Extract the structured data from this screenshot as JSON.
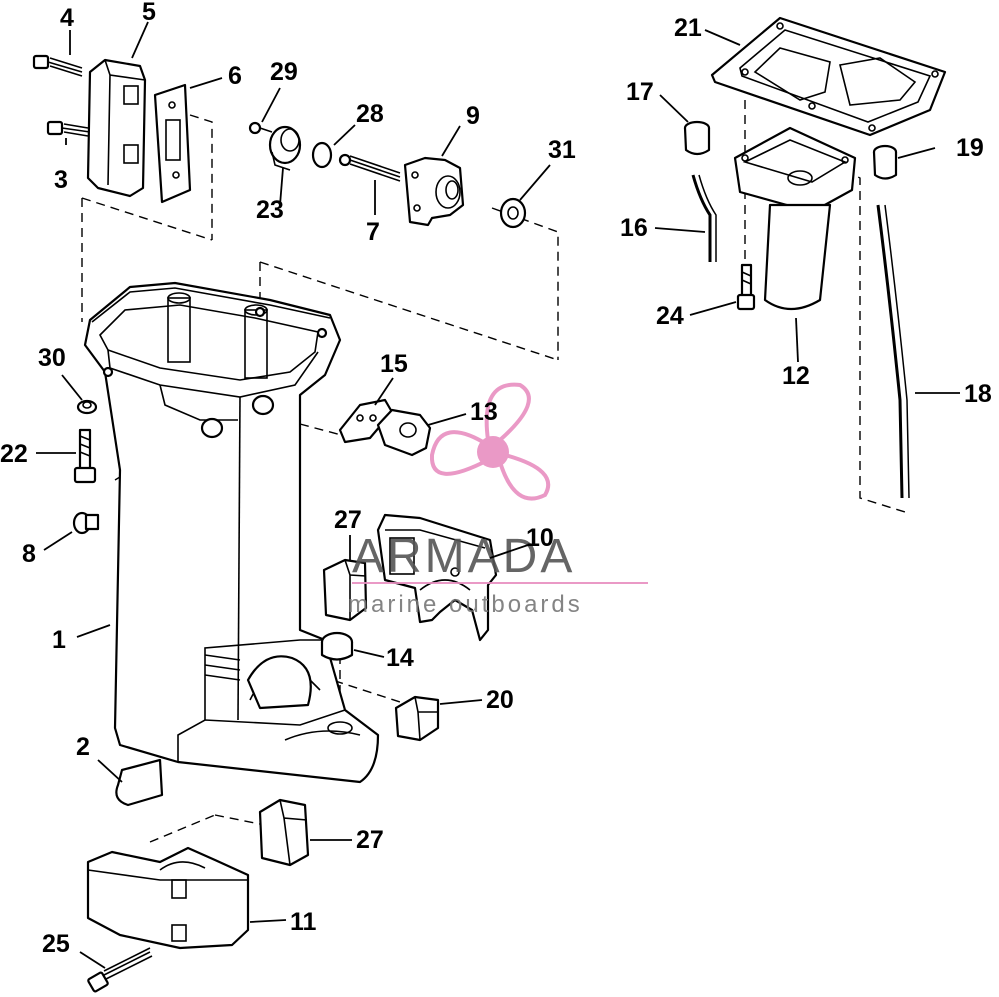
{
  "diagram": {
    "callouts": [
      {
        "id": "1",
        "label": "1"
      },
      {
        "id": "2",
        "label": "2"
      },
      {
        "id": "3",
        "label": "3"
      },
      {
        "id": "4",
        "label": "4"
      },
      {
        "id": "5",
        "label": "5"
      },
      {
        "id": "6",
        "label": "6"
      },
      {
        "id": "7",
        "label": "7"
      },
      {
        "id": "8",
        "label": "8"
      },
      {
        "id": "9",
        "label": "9"
      },
      {
        "id": "10",
        "label": "10"
      },
      {
        "id": "11",
        "label": "11"
      },
      {
        "id": "12",
        "label": "12"
      },
      {
        "id": "13",
        "label": "13"
      },
      {
        "id": "14",
        "label": "14"
      },
      {
        "id": "15",
        "label": "15"
      },
      {
        "id": "16",
        "label": "16"
      },
      {
        "id": "17",
        "label": "17"
      },
      {
        "id": "18",
        "label": "18"
      },
      {
        "id": "19",
        "label": "19"
      },
      {
        "id": "20",
        "label": "20"
      },
      {
        "id": "21",
        "label": "21"
      },
      {
        "id": "22",
        "label": "22"
      },
      {
        "id": "23",
        "label": "23"
      },
      {
        "id": "24",
        "label": "24"
      },
      {
        "id": "25",
        "label": "25"
      },
      {
        "id": "27a",
        "label": "27"
      },
      {
        "id": "27b",
        "label": "27"
      },
      {
        "id": "28",
        "label": "28"
      },
      {
        "id": "29",
        "label": "29"
      },
      {
        "id": "30",
        "label": "30"
      },
      {
        "id": "31",
        "label": "31"
      }
    ]
  },
  "watermark": {
    "brand": "ARMADA",
    "tagline": "marine outboards",
    "color": "#e88fc0"
  }
}
